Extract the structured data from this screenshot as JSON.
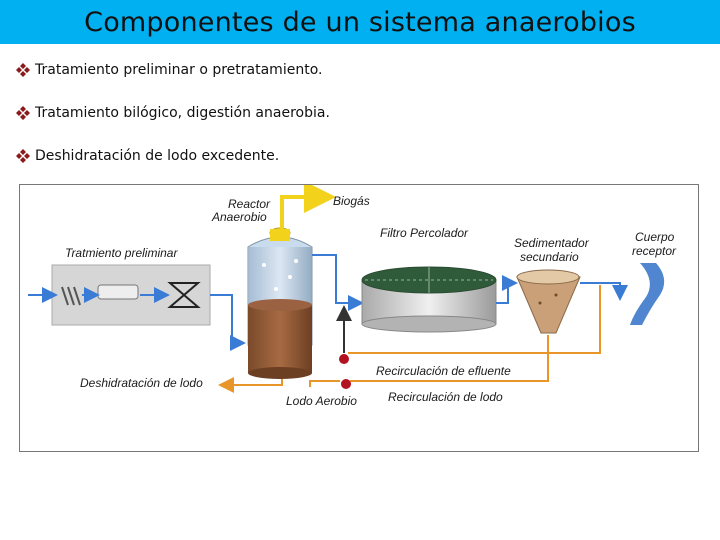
{
  "title": "Componentes de un sistema anaerobios",
  "accent_color": "#00b0f0",
  "bullet_color": "#8b1a1a",
  "bullets": [
    "Tratamiento preliminar o pretratamiento.",
    "Tratamiento bilógico, digestión anaerobia.",
    "Deshidratación de lodo excedente."
  ],
  "diagram": {
    "labels": {
      "reactor_1": "Reactor",
      "reactor_2": "Anaerobio",
      "biogas": "Biogás",
      "filtro": "Filtro Percolador",
      "sedimentador_1": "Sedimentador",
      "sedimentador_2": "secundario",
      "cuerpo_1": "Cuerpo",
      "cuerpo_2": "receptor",
      "pretratamiento": "Tratmiento preliminar",
      "deshidratacion": "Deshidratación de lodo",
      "recirc_efluente": "Recirculación de efluente",
      "lodo_aerobio": "Lodo Aerobio",
      "recirc_lodo": "Recirculación de lodo"
    }
  }
}
